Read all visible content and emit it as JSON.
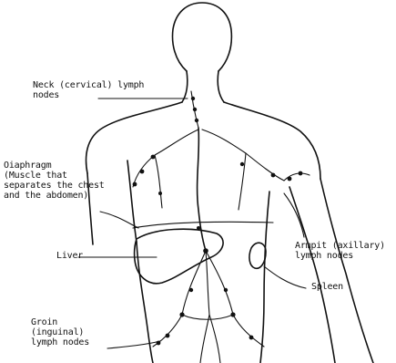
{
  "labels": {
    "neck": "Neck (cervical) lymph\nnodes",
    "diaphragm": "Oiaphragm\n(Muscle that\nseparates the chest\nand the abdomen)",
    "liver": "Liver",
    "armpit": "Armpit (axillary)\nlymph nodes",
    "spleen": "Spleen",
    "groin": "Groin\n(inguinal)\nlymph nodes"
  },
  "colors": {
    "ink": "#111111",
    "background": "#ffffff"
  }
}
